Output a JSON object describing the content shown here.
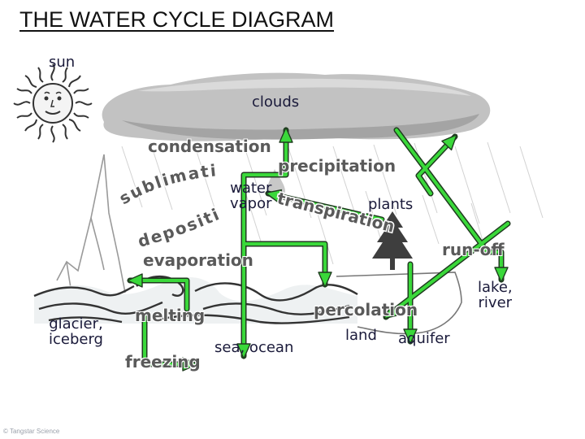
{
  "title": "THE WATER CYCLE DIAGRAM",
  "credit": "© Tangstar Science",
  "labels": {
    "sun": "sun",
    "clouds": "clouds",
    "condensation": "condensation",
    "precipitation": "precipitation",
    "sublimation": "sublimation",
    "water_vapor_line1": "water",
    "water_vapor_line2": "vapor",
    "transpiration": "transpiration",
    "plants": "plants",
    "deposition": "deposition",
    "run_off": "run-off",
    "evaporation": "evaporation",
    "lake_river_line1": "lake,",
    "lake_river_line2": "river",
    "glacier_iceberg_line1": "glacier,",
    "glacier_iceberg_line2": "iceberg",
    "melting": "melting",
    "percolation": "percolation",
    "land": "land",
    "aquifer": "aquifer",
    "sea_ocean": "sea, ocean",
    "freezing": "freezing"
  },
  "colors": {
    "arrow": "#3ad83a",
    "arrow_outline": "#1f3b1f",
    "cloud": "#bdbdbd",
    "bold_label": "#5a5a5a",
    "text": "#1a1a3a"
  },
  "icons": [
    "sun-icon",
    "cloud-icon",
    "mountain-icon",
    "tree-icon",
    "waves-icon",
    "water-drop-icon",
    "rain-icon"
  ]
}
